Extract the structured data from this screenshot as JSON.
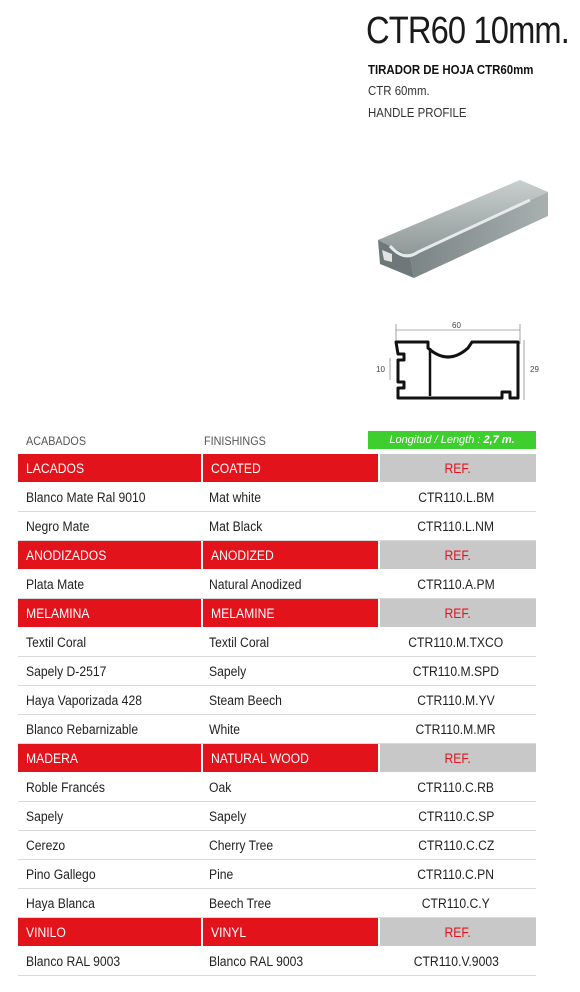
{
  "header": {
    "title": "CTR60 10mm.",
    "subtitle": "TIRADOR DE HOJA CTR60mm",
    "line1": "CTR 60mm.",
    "line2": "HANDLE PROFILE"
  },
  "drawing": {
    "width_label": "60",
    "height_label": "29",
    "inner_label": "10"
  },
  "table": {
    "col_es": "ACABADOS",
    "col_en": "FINISHINGS",
    "length_text": "Longitud / Length :",
    "length_value": "2,7 m.",
    "rows": [
      {
        "type": "cat",
        "es": "LACADOS",
        "en": "COATED",
        "ref": "REF."
      },
      {
        "type": "item",
        "es": "Blanco Mate Ral 9010",
        "en": "Mat white",
        "ref": "CTR110.L.BM"
      },
      {
        "type": "item",
        "es": "Negro Mate",
        "en": "Mat Black",
        "ref": "CTR110.L.NM"
      },
      {
        "type": "cat",
        "es": "ANODIZADOS",
        "en": "ANODIZED",
        "ref": "REF."
      },
      {
        "type": "item",
        "es": "Plata Mate",
        "en": "Natural Anodized",
        "ref": "CTR110.A.PM"
      },
      {
        "type": "cat",
        "es": "MELAMINA",
        "en": "MELAMINE",
        "ref": "REF."
      },
      {
        "type": "item",
        "es": "Textil Coral",
        "en": "Textil Coral",
        "ref": "CTR110.M.TXCO"
      },
      {
        "type": "item",
        "es": "Sapely D-2517",
        "en": "Sapely",
        "ref": "CTR110.M.SPD"
      },
      {
        "type": "item",
        "es": "Haya Vaporizada 428",
        "en": "Steam Beech",
        "ref": "CTR110.M.YV"
      },
      {
        "type": "item",
        "es": "Blanco Rebarnizable",
        "en": "White",
        "ref": "CTR110.M.MR"
      },
      {
        "type": "cat",
        "es": " MADERA",
        "en": "NATURAL WOOD",
        "ref": "REF."
      },
      {
        "type": "item",
        "es": "Roble Francés",
        "en": "Oak",
        "ref": "CTR110.C.RB"
      },
      {
        "type": "item",
        "es": "Sapely",
        "en": "Sapely",
        "ref": "CTR110.C.SP"
      },
      {
        "type": "item",
        "es": "Cerezo",
        "en": "Cherry Tree",
        "ref": "CTR110.C.CZ"
      },
      {
        "type": "item",
        "es": "Pino Gallego",
        "en": "Pine",
        "ref": "CTR110.C.PN"
      },
      {
        "type": "item",
        "es": "Haya Blanca",
        "en": "Beech Tree",
        "ref": "CTR110.C.Y"
      },
      {
        "type": "cat",
        "es": "VINILO",
        "en": "VINYL",
        "ref": "REF."
      },
      {
        "type": "item",
        "es": "Blanco RAL 9003",
        "en": "Blanco RAL 9003",
        "ref": "CTR110.V.9003"
      }
    ]
  }
}
